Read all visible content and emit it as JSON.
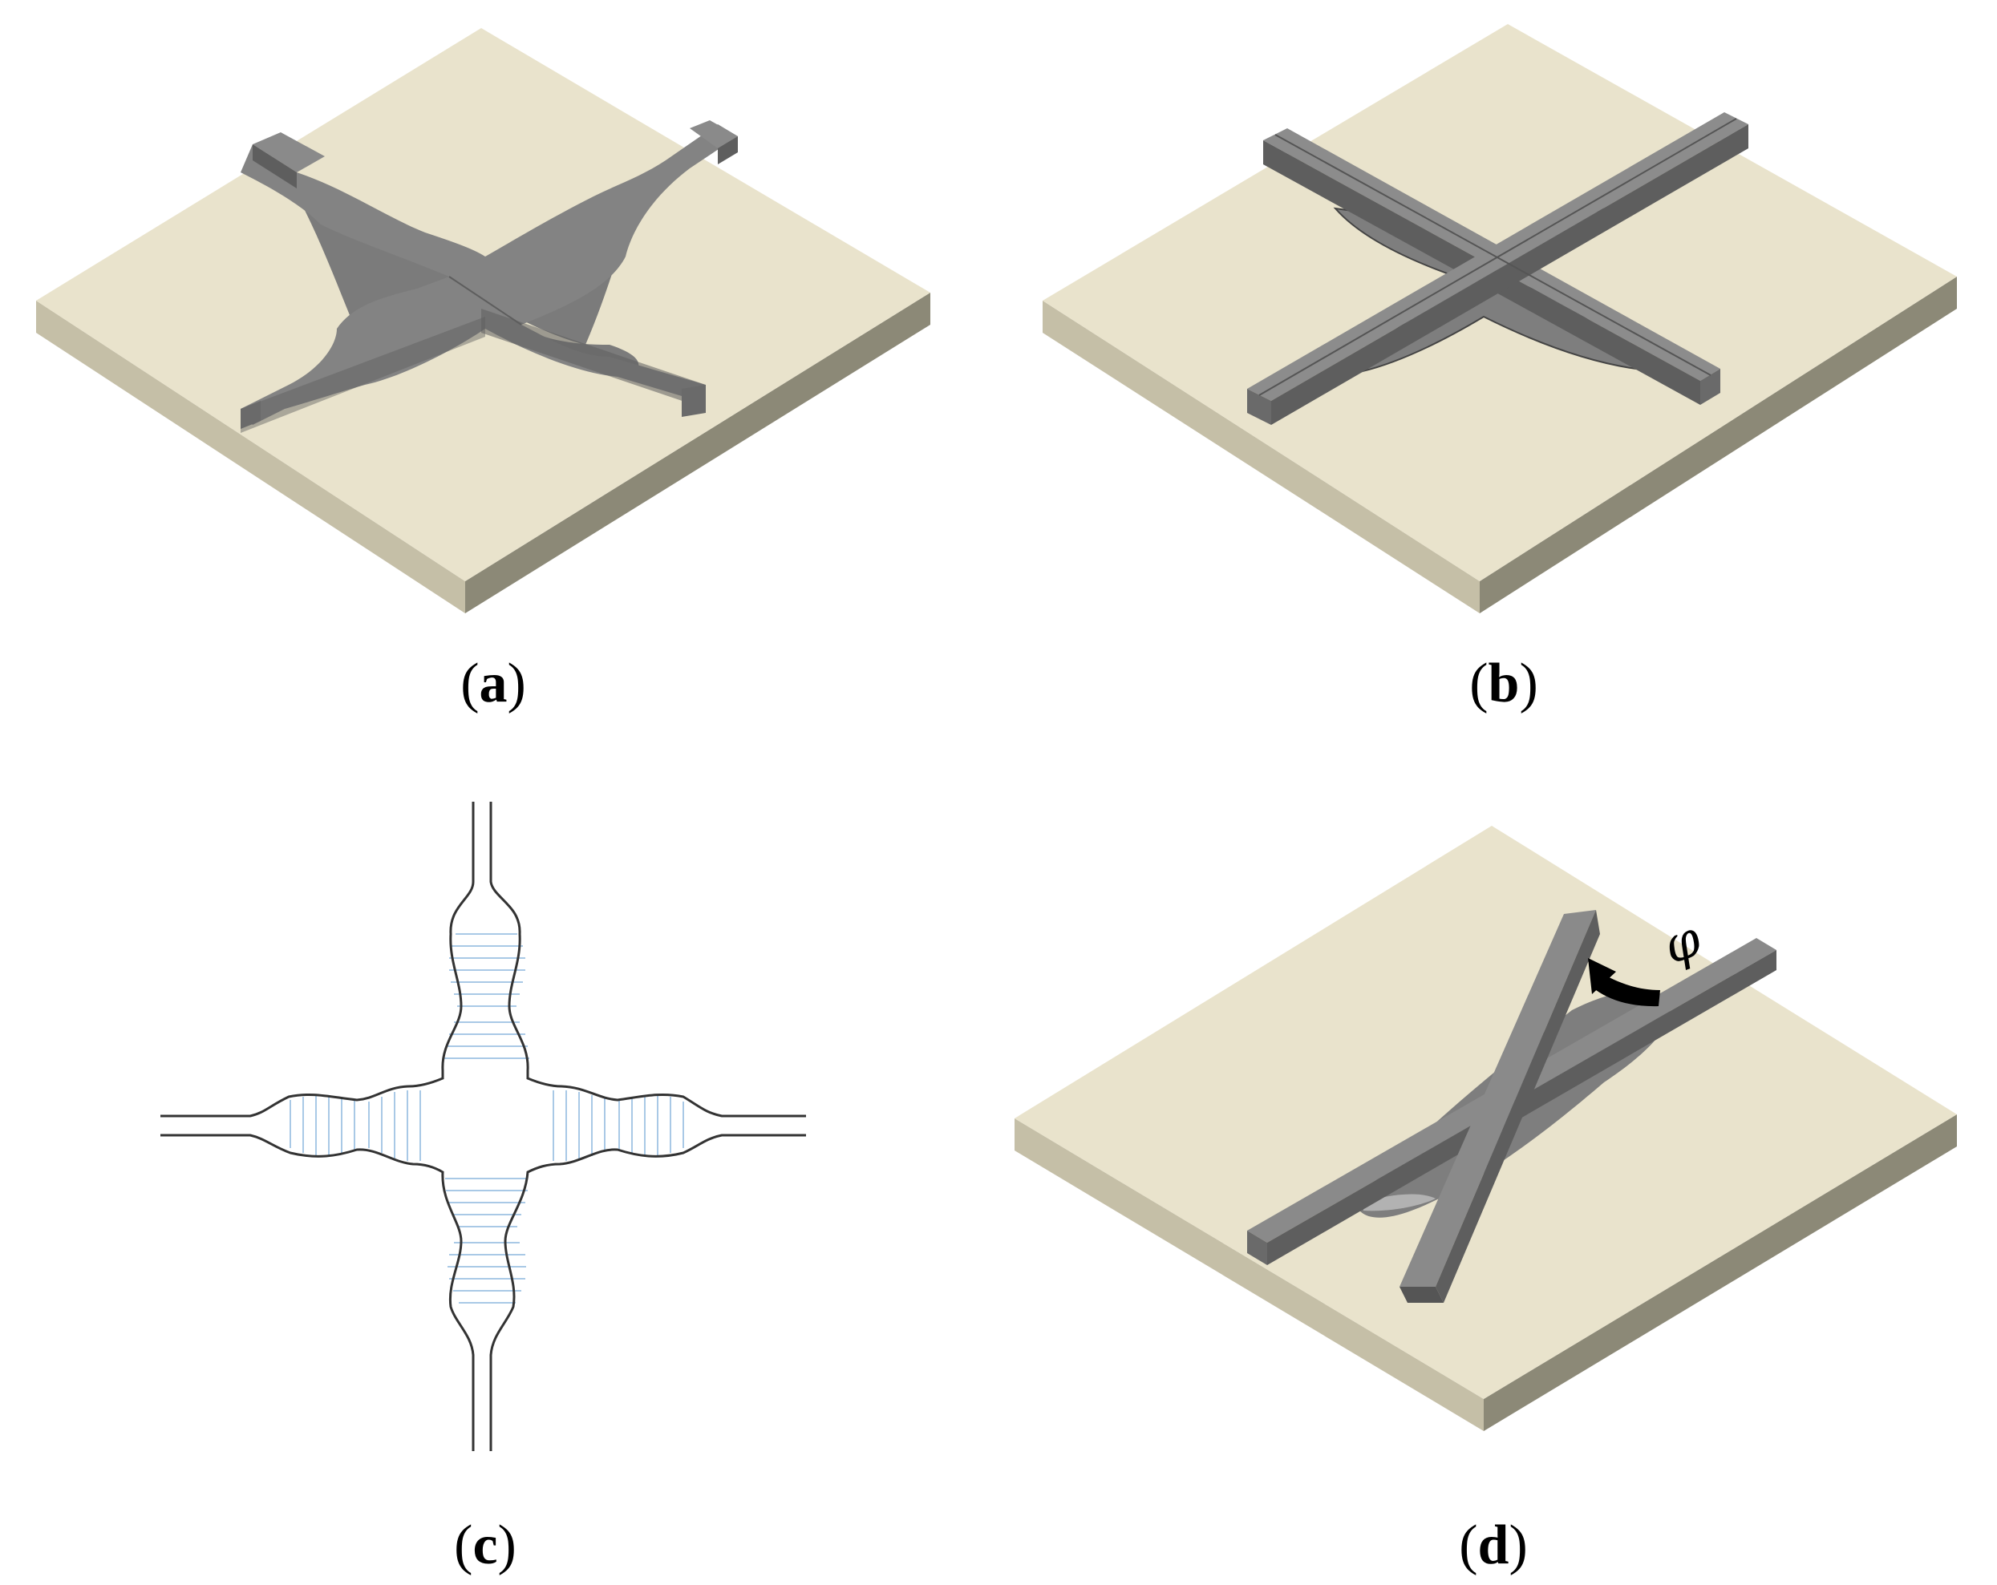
{
  "panels": [
    {
      "id": "a",
      "caption_open": "(",
      "caption_letter": "a",
      "caption_close": ")"
    },
    {
      "id": "b",
      "caption_open": "(",
      "caption_letter": "b",
      "caption_close": ")"
    },
    {
      "id": "c",
      "caption_open": "(",
      "caption_letter": "c",
      "caption_close": ")"
    },
    {
      "id": "d",
      "caption_open": "(",
      "caption_letter": "d",
      "caption_close": ")"
    }
  ],
  "angle_symbol": "φ",
  "colors": {
    "substrate_top": "#e9e3cc",
    "substrate_left": "#c5bfa7",
    "substrate_front": "#8c8977",
    "waveguide_top": "#838383",
    "waveguide_side": "#5e5e5e",
    "waveguide_end": "#6a6a6a",
    "outline": "#333333",
    "hatch": "#a9c9e6",
    "arrow": "#000000"
  }
}
